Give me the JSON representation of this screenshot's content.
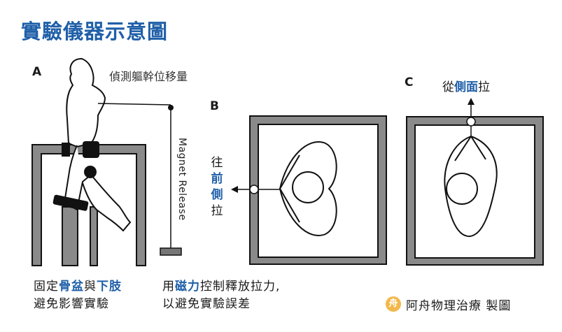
{
  "title": "實驗儀器示意圖",
  "panels": {
    "a": "A",
    "b": "B",
    "c": "C"
  },
  "labels": {
    "trunk_measure": "偵測軀幹位移量",
    "magnet_release": "Magnet Release",
    "pull_side_c": {
      "prefix": "從",
      "highlight": "側面",
      "suffix": "拉"
    },
    "pull_side_b": [
      "往",
      "前",
      "側",
      "拉"
    ]
  },
  "captions": {
    "left": {
      "p1": "固定",
      "h1": "骨盆",
      "p2": "與",
      "h2": "下肢",
      "line2": "避免影響實驗"
    },
    "right": {
      "p1": "用",
      "h1": "磁力",
      "p2": "控制釋放拉力,",
      "line2": "以避免實驗誤差"
    }
  },
  "credit": {
    "logo_char": "舟",
    "text": "阿舟物理治療 製圖"
  },
  "colors": {
    "accent": "#1f5fa8",
    "line": "#1a1a1a",
    "frame_fill": "#8a8a8a",
    "logo": "#f2b84b"
  }
}
